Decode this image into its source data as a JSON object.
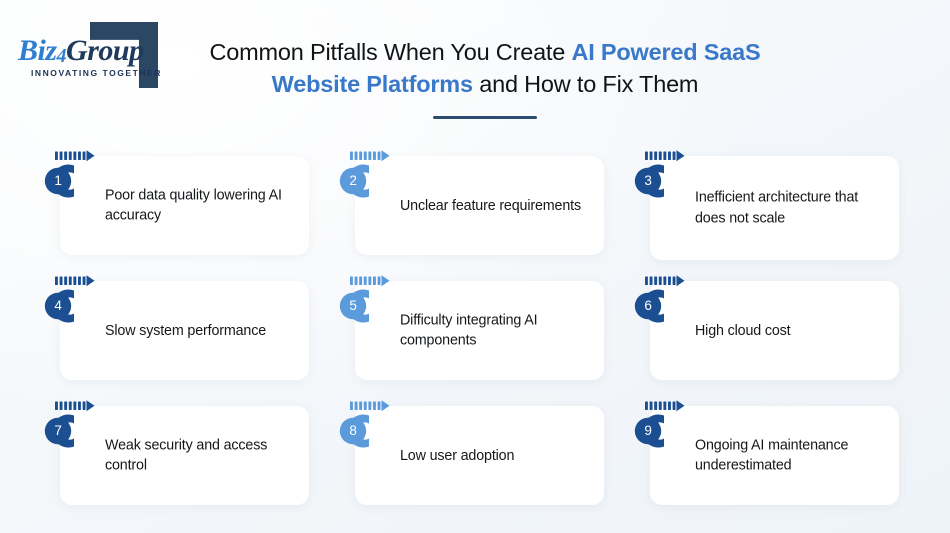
{
  "brand": {
    "wordmark_biz": "Biz",
    "wordmark_4": "4",
    "wordmark_group": "Group",
    "tagline": "INNOVATING TOGETHER",
    "logo_blue": "#2f7fd0",
    "logo_navy": "#1e3a5c",
    "bracket_color": "#2c4764"
  },
  "header": {
    "title_part1": "Common Pitfalls When You Create ",
    "title_highlight1": "AI Powered SaaS",
    "title_part2": " ",
    "title_highlight2": "Website Platforms",
    "title_part3": " and How to Fix Them",
    "highlight_color": "#3a78c9",
    "rule_color": "#2c4c70"
  },
  "colors": {
    "dark_blue": "#1b4f92",
    "light_blue": "#5b9bdc",
    "background": "#f4f7fa",
    "card_background": "#ffffff",
    "text": "#15181b"
  },
  "cards": [
    {
      "number": "1",
      "text": "Poor data quality lowering AI accuracy",
      "accent": "dark",
      "lines": 2
    },
    {
      "number": "2",
      "text": "Unclear feature requirements",
      "accent": "light",
      "lines": 2
    },
    {
      "number": "3",
      "text": "Inefficient architecture that does not scale",
      "accent": "dark",
      "lines": 3
    },
    {
      "number": "4",
      "text": "Slow system performance",
      "accent": "dark",
      "lines": 2
    },
    {
      "number": "5",
      "text": "Difficulty integrating AI components",
      "accent": "light",
      "lines": 2
    },
    {
      "number": "6",
      "text": "High cloud cost",
      "accent": "dark",
      "lines": 1
    },
    {
      "number": "7",
      "text": "Weak security and access control",
      "accent": "dark",
      "lines": 2
    },
    {
      "number": "8",
      "text": "Low user adoption",
      "accent": "light",
      "lines": 1
    },
    {
      "number": "9",
      "text": "Ongoing AI maintenance underestimated",
      "accent": "dark",
      "lines": 2
    }
  ]
}
